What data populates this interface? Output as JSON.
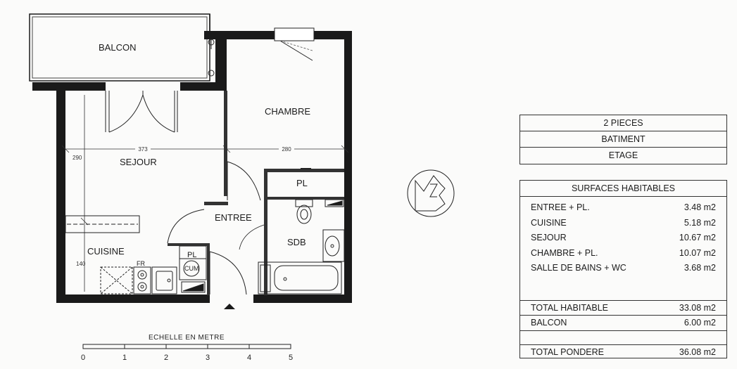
{
  "rooms": {
    "balcon": "BALCON",
    "chambre": "CHAMBRE",
    "sejour": "SEJOUR",
    "entree": "ENTREE",
    "cuisine": "CUISINE",
    "sdb": "SDB",
    "pl_top": "PL",
    "pl_small": "PL",
    "cum": "CUM",
    "fr": "FR"
  },
  "dimensions": {
    "sejour_width": "373",
    "chambre_width": "280",
    "sejour_depth": "290",
    "cuisine_depth": "140"
  },
  "scale": {
    "title": "ECHELLE EN METRE",
    "ticks": [
      "0",
      "1",
      "2",
      "3",
      "4",
      "5"
    ]
  },
  "info": {
    "pieces": "2 PIECES",
    "batiment": "BATIMENT",
    "etage": "ETAGE"
  },
  "surfaces": {
    "title": "SURFACES HABITABLES",
    "rows": [
      {
        "label": "ENTREE + PL.",
        "value": "3.48 m2"
      },
      {
        "label": "CUISINE",
        "value": "5.18 m2"
      },
      {
        "label": "SEJOUR",
        "value": "10.67 m2"
      },
      {
        "label": "CHAMBRE + PL.",
        "value": "10.07 m2"
      },
      {
        "label": "SALLE DE BAINS + WC",
        "value": "3.68 m2"
      }
    ],
    "total_label": "TOTAL HABITABLE",
    "total_value": "33.08 m2",
    "balcon_label": "BALCON",
    "balcon_value": "6.00 m2",
    "pondere_label": "TOTAL PONDERE",
    "pondere_value": "36.08 m2"
  },
  "colors": {
    "wall": "#1a1a1a",
    "line": "#333333",
    "background": "#fbfbfa"
  }
}
